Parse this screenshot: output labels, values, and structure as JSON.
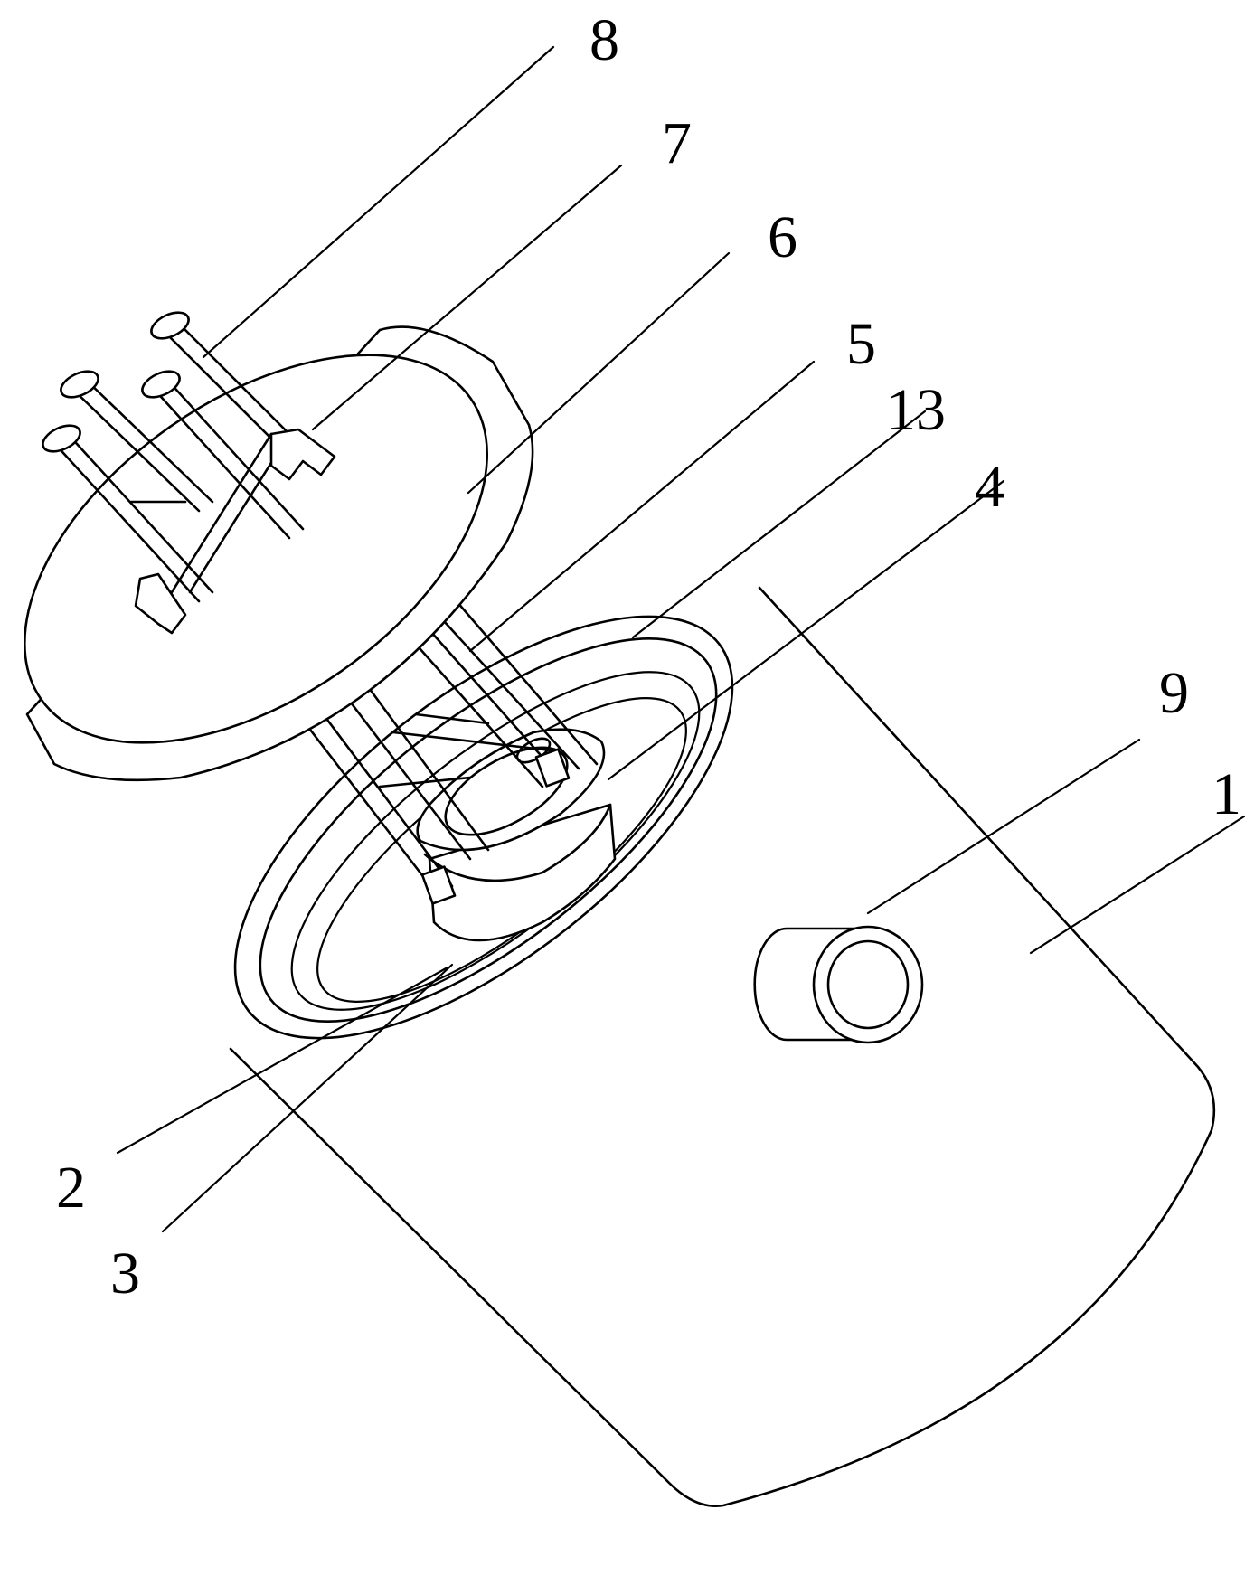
{
  "figure": {
    "labels": {
      "l1": "1",
      "l2": "2",
      "l3": "3",
      "l4": "4",
      "l5": "5",
      "l6": "6",
      "l7": "7",
      "l8": "8",
      "l9": "9",
      "l13": "13"
    },
    "colors": {
      "line": "#000000",
      "background": "#ffffff"
    }
  }
}
